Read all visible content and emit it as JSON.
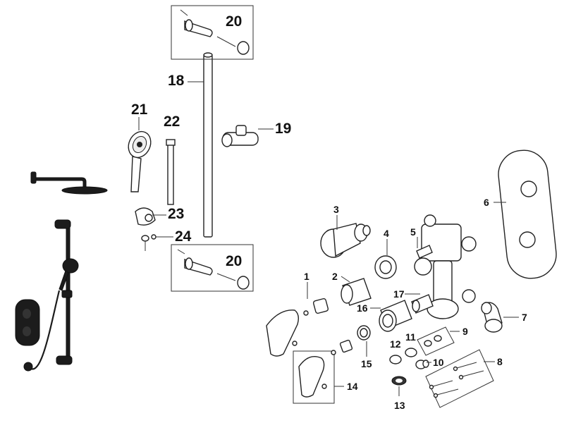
{
  "labels": {
    "p1": "1",
    "p2": "2",
    "p3": "3",
    "p4": "4",
    "p5": "5",
    "p6": "6",
    "p7": "7",
    "p8": "8",
    "p9": "9",
    "p10": "10",
    "p11": "11",
    "p12": "12",
    "p13": "13",
    "p14": "14",
    "p15": "15",
    "p16": "16",
    "p17": "17",
    "p18": "18",
    "p19": "19",
    "p20a": "20",
    "p20b": "20",
    "p21": "21",
    "p22": "22",
    "p23": "23",
    "p24": "24"
  },
  "colors": {
    "line": "#222222",
    "product": "#1c1c1c",
    "background": "#ffffff"
  }
}
